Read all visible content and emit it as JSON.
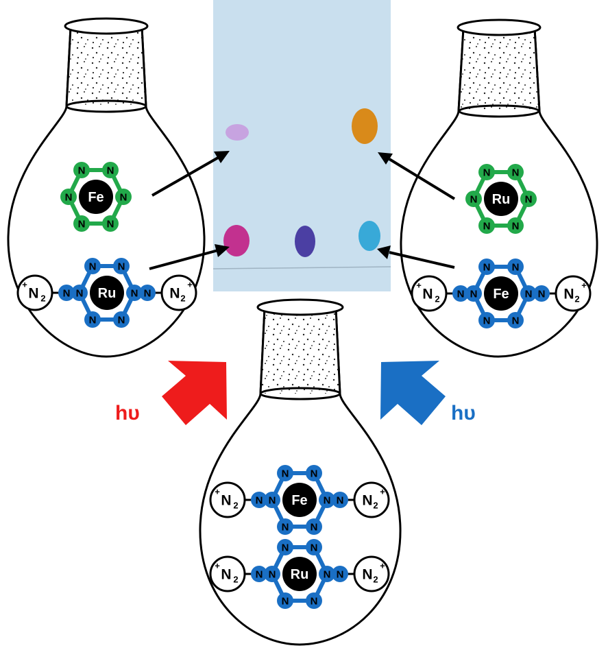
{
  "labels": {
    "fe": "Fe",
    "ru": "Ru",
    "n": "N",
    "n2": "N",
    "sub2": "2",
    "plus": "+",
    "hv": "hυ"
  },
  "colors": {
    "green_ligand": "#22a94a",
    "blue_ligand": "#1a6fc4",
    "red_arrow": "#ee1c1c",
    "blue_arrow": "#1a6fc4",
    "tlc_plate": "#c9dfee",
    "spot_violet": "#c7a3e0",
    "spot_orange": "#d98a1a",
    "spot_magenta": "#c2318f",
    "spot_purple": "#4b3fa3",
    "spot_cyan": "#38a9d8"
  },
  "spots": [
    {
      "name": "spot-violet-top-left"
    },
    {
      "name": "spot-orange-top-right"
    },
    {
      "name": "spot-magenta-bottom-left"
    },
    {
      "name": "spot-purple-bottom-center"
    },
    {
      "name": "spot-cyan-bottom-right"
    }
  ]
}
